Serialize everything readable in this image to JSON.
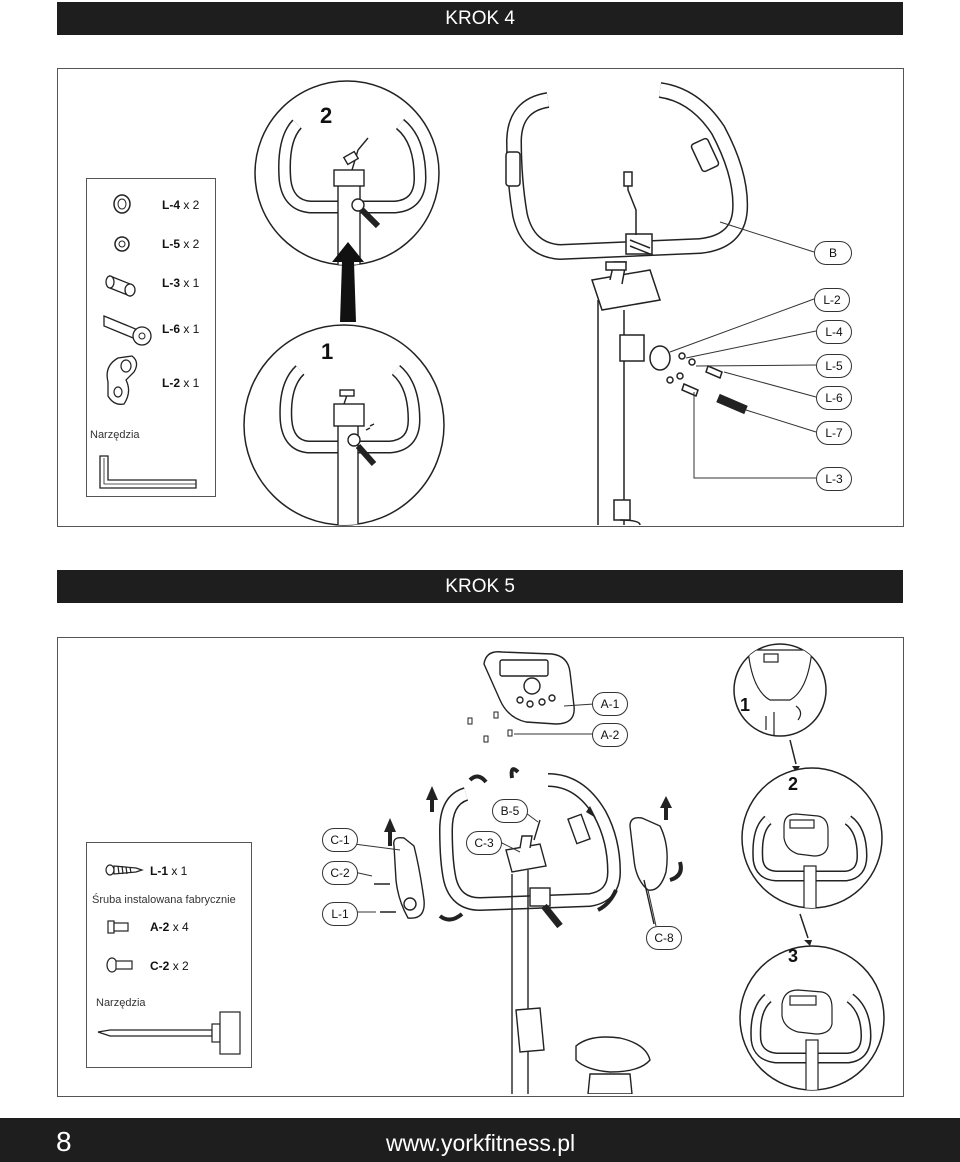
{
  "step4": {
    "title": "KROK 4",
    "parts": [
      {
        "code": "L-4",
        "qty": "x 2"
      },
      {
        "code": "L-5",
        "qty": "x 2"
      },
      {
        "code": "L-3",
        "qty": "x 1"
      },
      {
        "code": "L-6",
        "qty": "x 1"
      },
      {
        "code": "L-2",
        "qty": "x 1"
      }
    ],
    "tools_label": "Narzędzia",
    "detail_1": "1",
    "detail_2": "2",
    "callouts": [
      "B",
      "L-2",
      "L-4",
      "L-5",
      "L-6",
      "L-7",
      "L-3"
    ]
  },
  "step5": {
    "title": "KROK 5",
    "parts": {
      "l1": {
        "code": "L-1",
        "qty": "x 1"
      },
      "factory_label": "Śruba instalowana fabrycznie",
      "a2": {
        "code": "A-2",
        "qty": "x 4"
      },
      "c2": {
        "code": "C-2",
        "qty": "x 2"
      }
    },
    "tools_label": "Narzędzia",
    "callouts": {
      "a1": "A-1",
      "a2": "A-2",
      "b5": "B-5",
      "c1": "C-1",
      "c2": "C-2",
      "c3": "C-3",
      "l1": "L-1",
      "c8": "C-8"
    },
    "detail_1": "1",
    "detail_2": "2",
    "detail_3": "3"
  },
  "footer": {
    "page_number": "8",
    "url": "www.yorkfitness.pl"
  }
}
